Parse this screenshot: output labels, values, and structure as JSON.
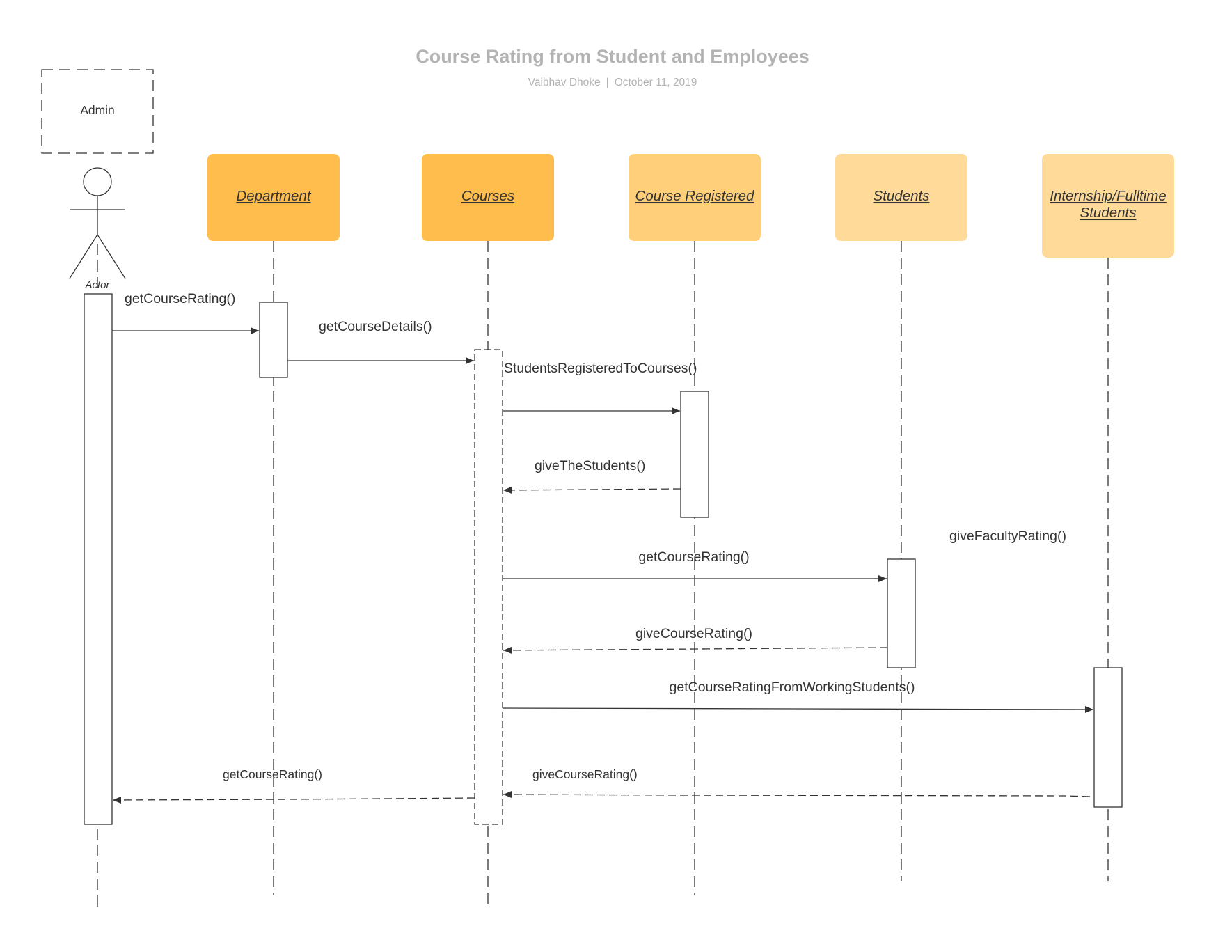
{
  "title": "Course Rating from Student and Employees",
  "author": "Vaibhav Dhoke",
  "separator": "|",
  "date": "October 11, 2019",
  "frame_label": "Admin",
  "actor_label": "Actor",
  "colors": {
    "dark_orange": "#FFBD4D",
    "mid_orange": "#FFCF7A",
    "light_orange": "#FFDA99",
    "line": "#333333",
    "title_gray": "#B3B3B3"
  },
  "participants": [
    {
      "id": "department",
      "label": "Department"
    },
    {
      "id": "courses",
      "label": "Courses"
    },
    {
      "id": "course_registered",
      "label": "Course Registered"
    },
    {
      "id": "students",
      "label": "Students"
    },
    {
      "id": "internship",
      "label_lines": [
        "Internship/Fulltime",
        "Students"
      ]
    }
  ],
  "messages": [
    {
      "from": "actor",
      "to": "department",
      "label": "getCourseRating()",
      "kind": "call"
    },
    {
      "from": "department",
      "to": "courses",
      "label": "getCourseDetails()",
      "kind": "call"
    },
    {
      "from": "courses",
      "to": "course_registered",
      "label": "StudentsRegisteredToCourses()",
      "kind": "call"
    },
    {
      "from": "course_registered",
      "to": "courses",
      "label": "giveTheStudents()",
      "kind": "return"
    },
    {
      "from": "courses",
      "to": "students",
      "label": "getCourseRating()",
      "kind": "call"
    },
    {
      "from": "students",
      "to": "courses",
      "label": "giveCourseRating()",
      "kind": "return"
    },
    {
      "from": "courses",
      "to": "internship",
      "label": "getCourseRatingFromWorkingStudents()",
      "kind": "call"
    },
    {
      "from": "internship",
      "to": "courses",
      "label": "giveCourseRating()",
      "kind": "return"
    },
    {
      "from": "courses",
      "to": "actor",
      "label": "getCourseRating()",
      "kind": "return"
    }
  ],
  "annotations": [
    {
      "label": "giveFacultyRating()"
    }
  ]
}
